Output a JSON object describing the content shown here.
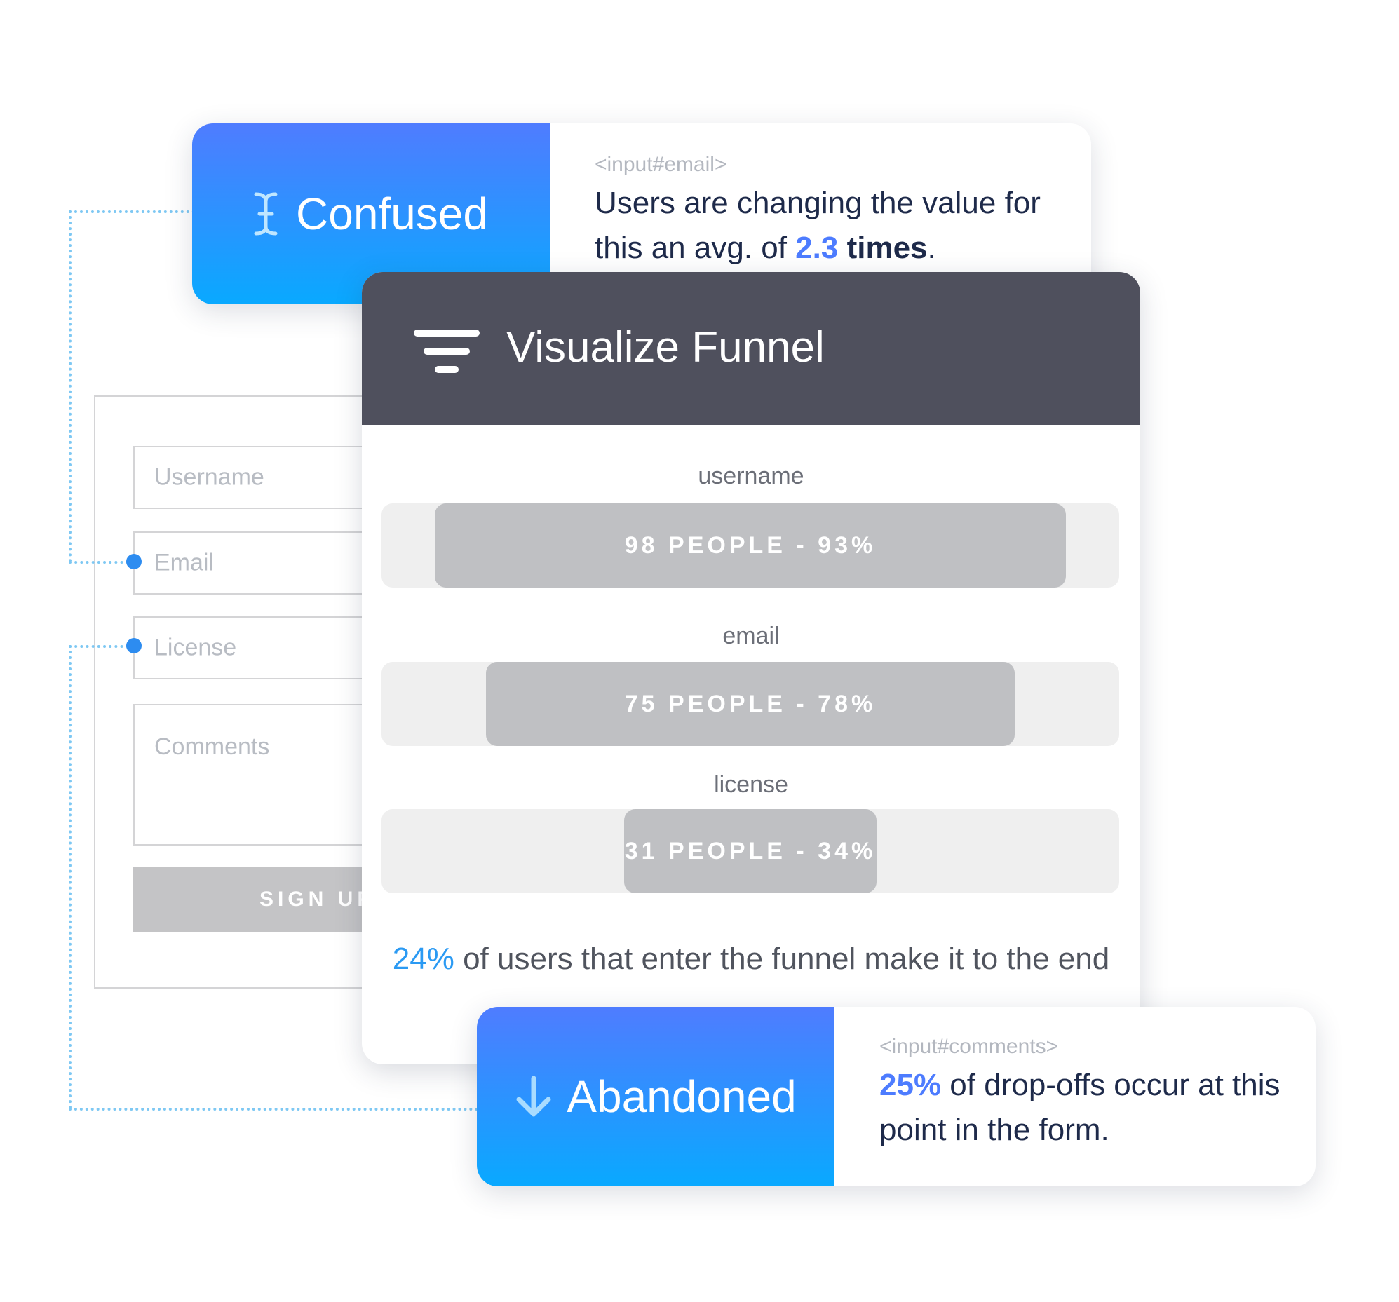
{
  "form": {
    "username_placeholder": "Username",
    "email_placeholder": "Email",
    "license_placeholder": "License",
    "comments_placeholder": "Comments",
    "submit_label": "SIGN UP"
  },
  "confused": {
    "label": "Confused",
    "icon": "text-cursor-icon",
    "selector": "<input#email>",
    "text_before": "Users are changing the value for this an avg. of ",
    "highlight": "2.3",
    "bold_word": "times",
    "text_after": "."
  },
  "funnel": {
    "title": "Visualize Funnel",
    "icon": "funnel-icon",
    "rows": [
      {
        "label": "username",
        "bar_text": "98 PEOPLE - 93%",
        "people": 98,
        "percent": 93
      },
      {
        "label": "email",
        "bar_text": "75 PEOPLE - 78%",
        "people": 75,
        "percent": 78
      },
      {
        "label": "license",
        "bar_text": "31 PEOPLE - 34%",
        "people": 31,
        "percent": 34
      }
    ],
    "summary_pct": "24%",
    "summary_text": " of users that enter the funnel make it to the end"
  },
  "abandoned": {
    "label": "Abandoned",
    "icon": "arrow-down-icon",
    "selector": "<input#comments>",
    "highlight": "25%",
    "text": " of drop-offs occur at this point in the form."
  },
  "colors": {
    "gradient_top": "#4f7cff",
    "gradient_bottom": "#09a9ff",
    "highlight": "#4d7cff",
    "header": "#4f505d",
    "connector": "#7ec8f3"
  }
}
